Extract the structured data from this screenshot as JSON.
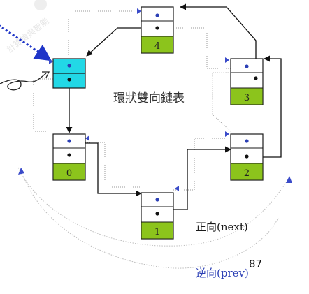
{
  "diagram": {
    "center_label": "環狀雙向鏈表",
    "forward_label": "正向(next)",
    "backward_label": "逆向(prev)",
    "page_number": "87",
    "watermark_text": "計算機與智能",
    "nodes": [
      {
        "id": "head",
        "value": ""
      },
      {
        "id": "n0",
        "value": "0"
      },
      {
        "id": "n1",
        "value": "1"
      },
      {
        "id": "n2",
        "value": "2"
      },
      {
        "id": "n3",
        "value": "3"
      },
      {
        "id": "n4",
        "value": "4"
      }
    ]
  },
  "colors": {
    "head_fill": "#22d8e6",
    "value_fill": "#8cc41c",
    "node_border": "#1a1a1a",
    "prev_dot": "#2b3fb5",
    "next_dot": "#111111",
    "link": "#111111",
    "pointer": "#1f35c8"
  }
}
